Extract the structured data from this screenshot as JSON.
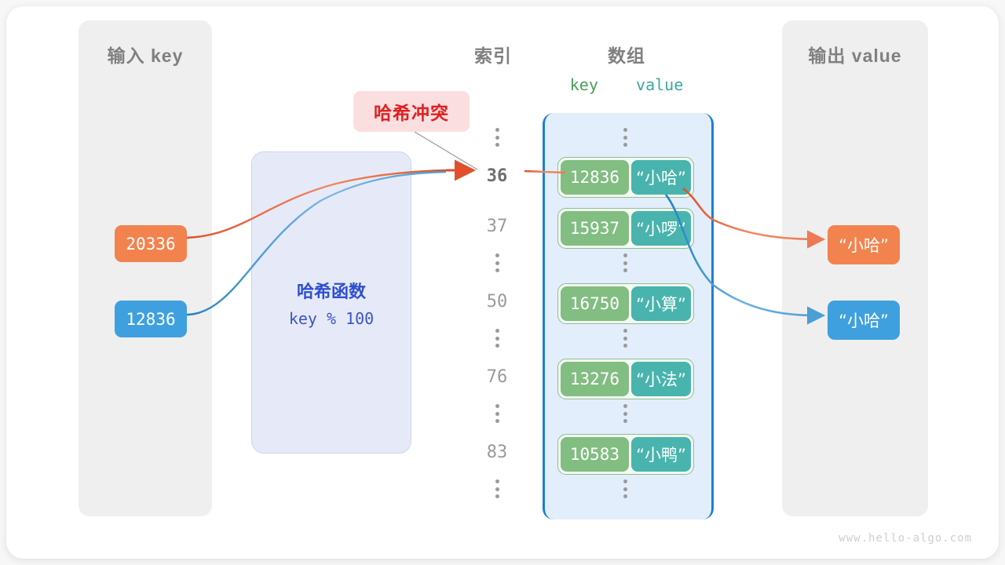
{
  "panels": {
    "input": {
      "title": "输入 key"
    },
    "output": {
      "title": "输出 value"
    }
  },
  "headers": {
    "index": "索引",
    "array": "数组",
    "key": "key",
    "value": "value"
  },
  "hash_function": {
    "title": "哈希函数",
    "expression": "key % 100"
  },
  "collision_label": "哈希冲突",
  "inputs": [
    {
      "value": "20336",
      "color": "#f2834e"
    },
    {
      "value": "12836",
      "color": "#3fa0e0"
    }
  ],
  "outputs": [
    {
      "value": "“小哈”",
      "color": "#f2834e"
    },
    {
      "value": "“小哈”",
      "color": "#3fa0e0"
    }
  ],
  "array_rows": [
    {
      "index": "36",
      "key": "12836",
      "value": "“小哈”",
      "highlight": true
    },
    {
      "index": "37",
      "key": "15937",
      "value": "“小啰”",
      "highlight": false
    },
    {
      "index": "50",
      "key": "16750",
      "value": "“小算”",
      "highlight": false
    },
    {
      "index": "76",
      "key": "13276",
      "value": "“小法”",
      "highlight": false
    },
    {
      "index": "83",
      "key": "10583",
      "value": "“小鸭”",
      "highlight": false
    }
  ],
  "colors": {
    "key_cell": "#82bd82",
    "value_cell": "#48b4ad",
    "array_bg": "#e2eefb",
    "array_border": "#1c7fd6",
    "hash_box_bg": "#e6eaf8",
    "hash_text": "#2f4fd0",
    "collision_bg": "#fbdfe0",
    "collision_text": "#e02020",
    "orange": "#e0502a",
    "blue": "#1f7fc4"
  },
  "watermark": "www.hello-algo.com"
}
